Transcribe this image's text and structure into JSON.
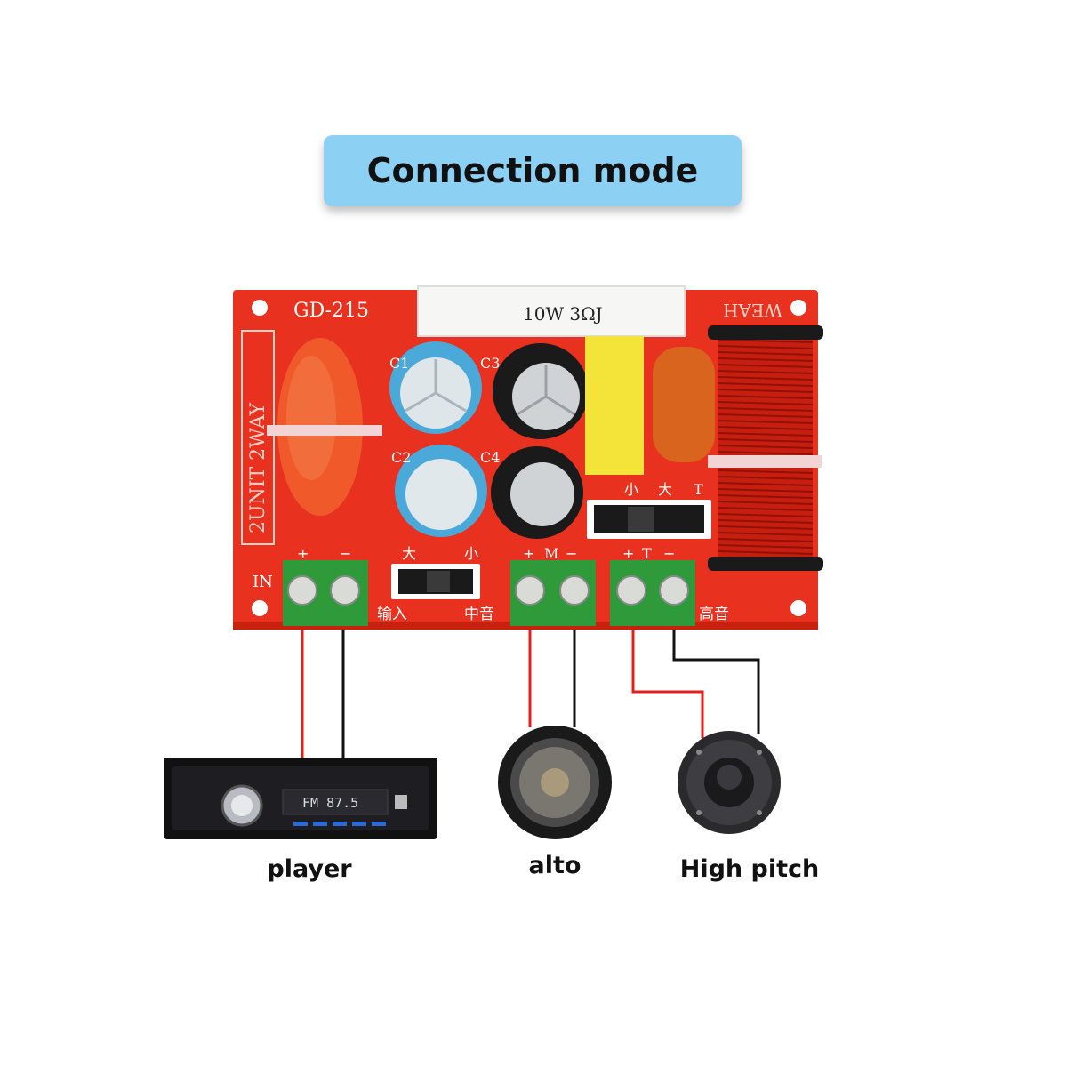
{
  "title": "Connection mode",
  "colors": {
    "title_bg": "#8cd0f4",
    "board": "#e8321f",
    "board_dark": "#c7220f",
    "terminal": "#2f9a3a",
    "wire_pos": "#e0201a",
    "wire_neg": "#111111"
  },
  "board": {
    "model": "GD-215",
    "resistor": "10W 3ΩJ",
    "side_text": "2UNIT 2WAY",
    "in_label": "IN",
    "input_cn": "输入",
    "mid_cn": "中音",
    "high_cn": "高音",
    "cap_labels": [
      "C1",
      "C3",
      "C2",
      "C4"
    ],
    "switch1_cn": [
      "大",
      "小"
    ],
    "switch2_cn": [
      "小",
      "大",
      "T"
    ],
    "terminal_marks": [
      "+",
      "−",
      "+",
      "M",
      "−",
      "+",
      "T",
      "−"
    ],
    "logo": "WEAH"
  },
  "devices": {
    "player_label": "player",
    "alto_label": "alto",
    "high_label": "High pitch",
    "player_display": "FM 87.5"
  }
}
